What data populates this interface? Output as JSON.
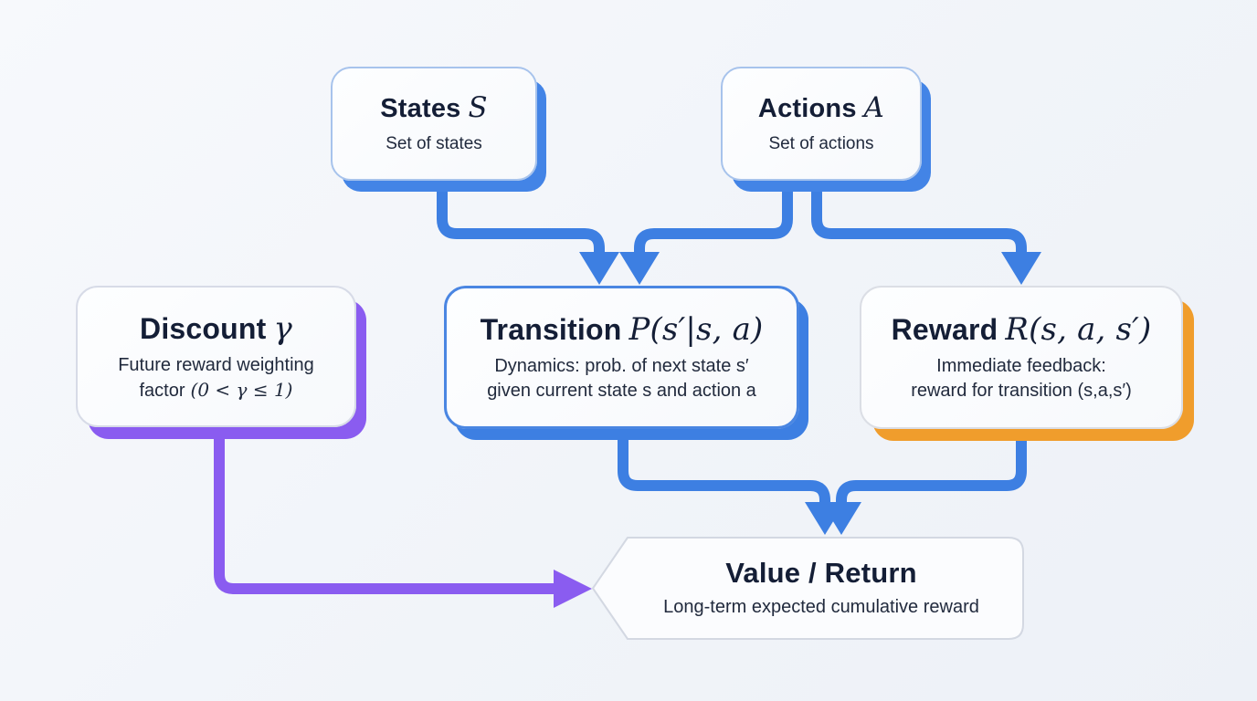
{
  "diagram": {
    "background": "#f3f6fa",
    "colors": {
      "arrow_blue": "#3d7fe2",
      "box_shadow_blue": "#4384e6",
      "box_border_light_blue": "#a7c3ec",
      "transition_border_blue": "#4a86e2",
      "purple": "#8a5cf0",
      "orange": "#f09d2c",
      "title_text": "#141e36"
    },
    "nodes": {
      "states": {
        "title_text": "States",
        "title_math": "S",
        "subtitle": "Set of states"
      },
      "actions": {
        "title_text": "Actions",
        "title_math": "A",
        "subtitle": "Set of actions"
      },
      "discount": {
        "title_text": "Discount",
        "title_math": "γ",
        "subtitle_line1": "Future reward weighting",
        "subtitle_line2_text": "factor",
        "subtitle_line2_math": "(0 < γ ≤ 1)"
      },
      "transition": {
        "title_text": "Transition",
        "title_math": "P(s′|s, a)",
        "subtitle_line1": "Dynamics: prob. of next state s′",
        "subtitle_line2": "given current state s and action a"
      },
      "reward": {
        "title_text": "Reward",
        "title_math": "R(s, a, s′)",
        "subtitle_line1": "Immediate feedback:",
        "subtitle_line2": "reward for transition (s,a,s′)"
      },
      "value": {
        "title": "Value / Return",
        "subtitle": "Long-term expected cumulative reward"
      }
    },
    "edges": [
      {
        "from": "states",
        "to": "transition",
        "color": "#3d7fe2"
      },
      {
        "from": "actions",
        "to": "transition",
        "color": "#3d7fe2"
      },
      {
        "from": "actions",
        "to": "reward",
        "color": "#3d7fe2"
      },
      {
        "from": "transition",
        "to": "value",
        "color": "#3d7fe2"
      },
      {
        "from": "reward",
        "to": "value",
        "color": "#3d7fe2"
      },
      {
        "from": "discount",
        "to": "value",
        "color": "#8a5cf0"
      }
    ]
  }
}
